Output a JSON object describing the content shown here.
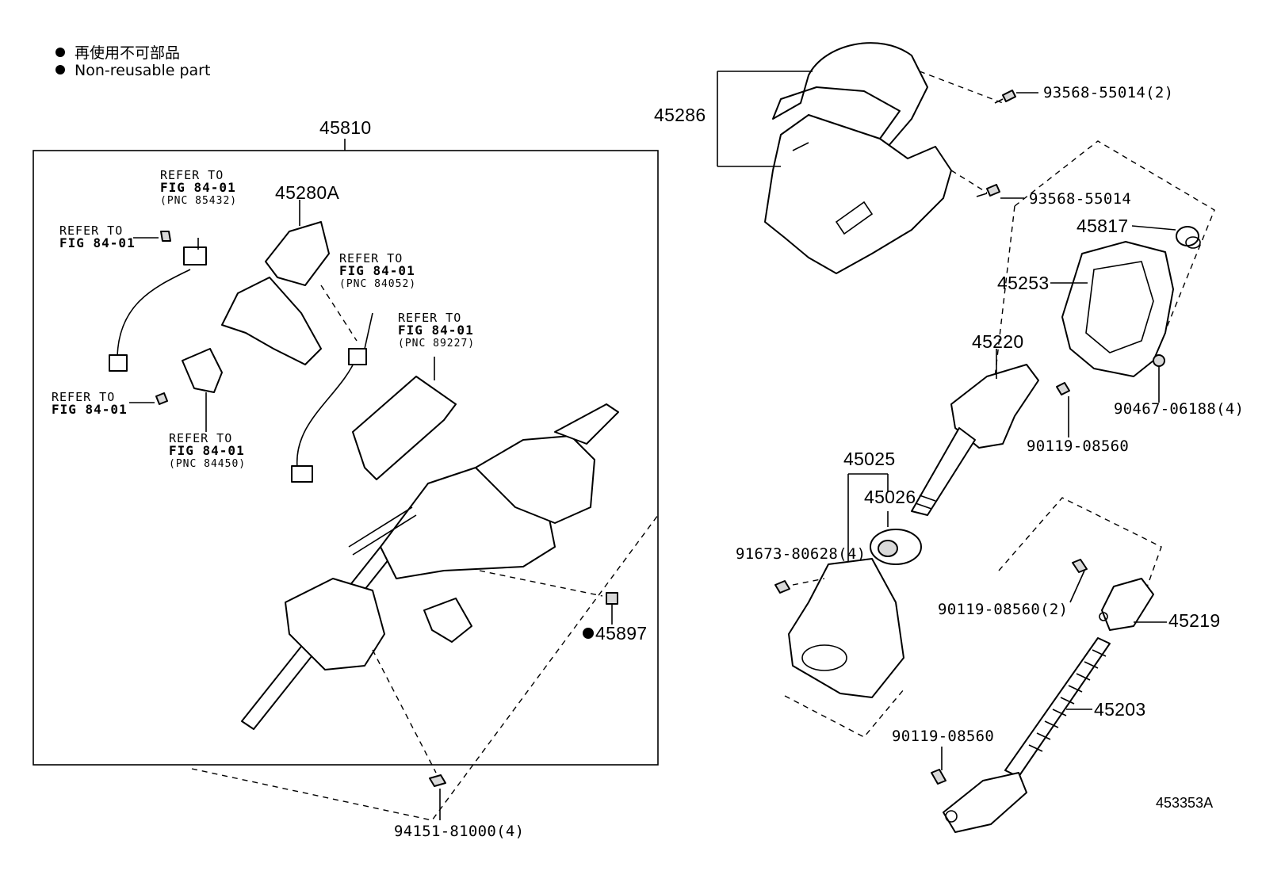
{
  "legend": {
    "line1": "再使用不可部品",
    "line2": "Non-reusable part"
  },
  "labels": {
    "p45810": "45810",
    "p45280a": "45280A",
    "p45286": "45286",
    "p93568_2": "93568-55014(2)",
    "p93568": "93568-55014",
    "p45817": "45817",
    "p45253": "45253",
    "p45220": "45220",
    "p90467": "90467-06188(4)",
    "p90119_a": "90119-08560",
    "p45025": "45025",
    "p45026": "45026",
    "p91673": "91673-80628(4)",
    "p45897": "45897",
    "p90119_2": "90119-08560(2)",
    "p45219": "45219",
    "p45203": "45203",
    "p90119_b": "90119-08560",
    "p94151": "94151-81000(4)"
  },
  "refs": {
    "r1_line1": "REFER TO",
    "r1_line2": "FIG 84-01",
    "r1_line3": "(PNC 85432)",
    "r2_line1": "REFER TO",
    "r2_line2": "FIG 84-01",
    "r3_line1": "REFER TO",
    "r3_line2": "FIG 84-01",
    "r3_line3": "(PNC 84052)",
    "r4_line1": "REFER TO",
    "r4_line2": "FIG 84-01",
    "r4_line3": "(PNC 89227)",
    "r5_line1": "REFER TO",
    "r5_line2": "FIG 84-01",
    "r6_line1": "REFER TO",
    "r6_line2": "FIG 84-01",
    "r6_line3": "(PNC 84450)"
  },
  "figure_code": "453353A",
  "non_reusable_marker": "filled-circle-icon"
}
